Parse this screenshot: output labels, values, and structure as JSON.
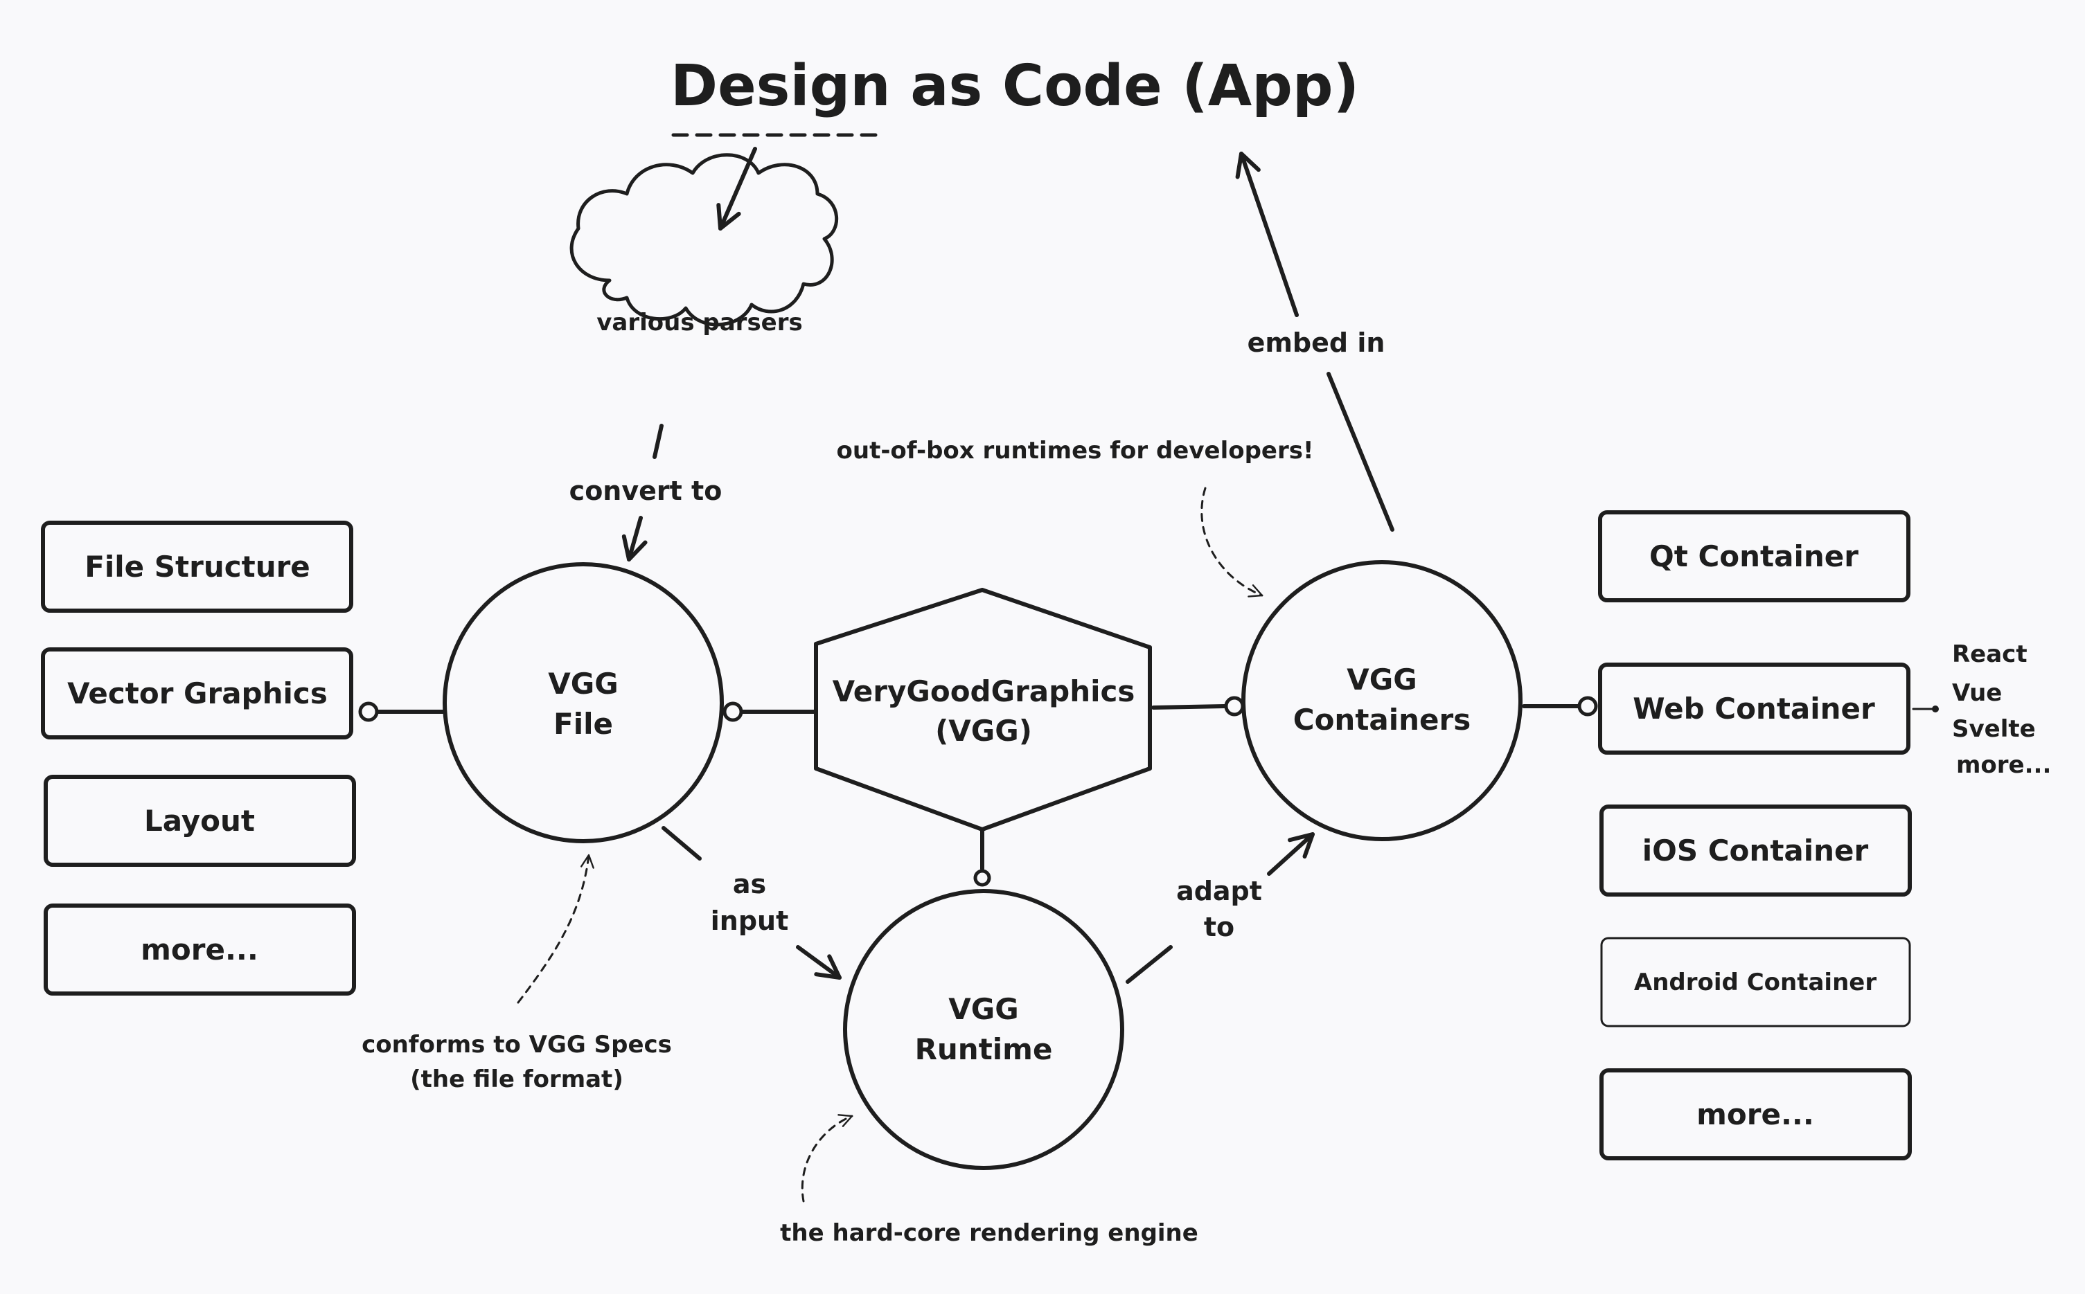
{
  "title": "Design as Code (App)",
  "nodes": {
    "parsers": "various parsers",
    "vgg_file": [
      "VGG",
      "File"
    ],
    "vgg_core": [
      "VeryGoodGraphics",
      "(VGG)"
    ],
    "vgg_containers": [
      "VGG",
      "Containers"
    ],
    "vgg_runtime": [
      "VGG",
      "Runtime"
    ]
  },
  "edges": {
    "convert_to": "convert to",
    "as_input": [
      "as",
      "input"
    ],
    "adapt_to": [
      "adapt",
      "to"
    ],
    "embed_in": "embed in"
  },
  "notes": {
    "runtimes": "out-of-box runtimes for developers!",
    "specs": [
      "conforms to VGG Specs",
      "(the file format)"
    ],
    "engine": "the hard-core rendering engine"
  },
  "file_parts": [
    "File Structure",
    "Vector Graphics",
    "Layout",
    "more..."
  ],
  "containers": [
    "Qt Container",
    "Web Container",
    "iOS Container",
    "Android Container",
    "more..."
  ],
  "web_frameworks": [
    "React",
    "Vue",
    "Svelte",
    "more..."
  ]
}
